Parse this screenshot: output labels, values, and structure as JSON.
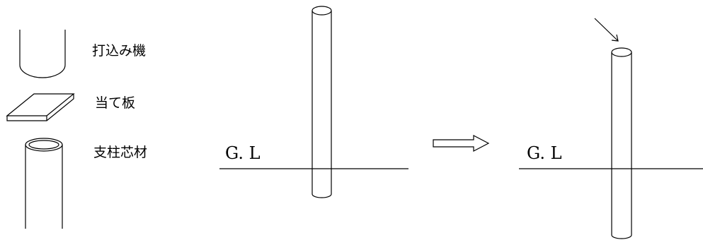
{
  "legend": {
    "driver_label": "打込み機",
    "plate_label": "当て板",
    "core_label": "支柱芯材"
  },
  "scene_before": {
    "ground_label": "G. L"
  },
  "scene_after": {
    "ground_label": "G. L"
  }
}
